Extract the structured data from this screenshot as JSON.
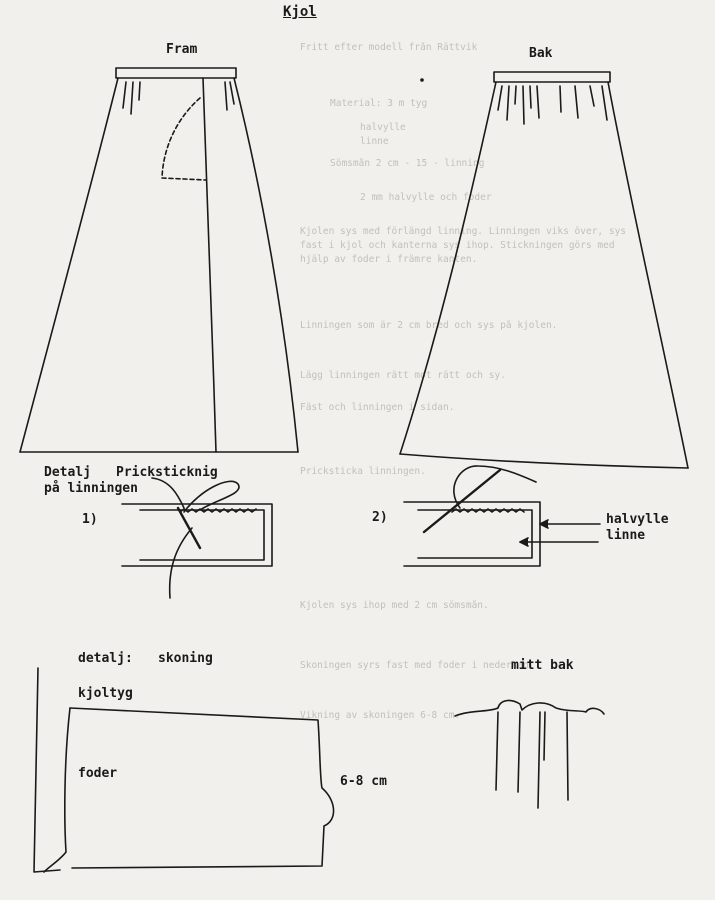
{
  "title": "Kjol",
  "views": {
    "front": "Fram",
    "back": "Bak"
  },
  "linning_detail": {
    "heading": "Detalj",
    "stitch_label": "Pricksticknig",
    "stitch_label_line2": "på linningen",
    "step1": "1)",
    "step2": "2)",
    "material_line1": "halvylle",
    "material_line2": "linne"
  },
  "hem_detail": {
    "heading": "detalj:",
    "name": "skoning",
    "outer_fabric": "kjoltyg",
    "lining": "foder",
    "measure": "6-8 cm"
  },
  "back_center": "mitt bak",
  "show_through_text": [
    "Fritt efter modell från Rättvik",
    "Material: 3 m tyg",
    "halvylle",
    "linne",
    "Sömsmån 2 cm - 15 - linning",
    "2 mm halvylle och foder",
    "Kjolen sys med förlängd linning. Linningen viks över, sys",
    "fast i kjol och kanterna sys ihop. Stickningen görs med",
    "hjälp av foder i främre kanten.",
    "Linningen som är 2 cm bred och sys på kjolen.",
    "Lägg linningen rätt mot rätt och sy.",
    "Fäst och linningen i sidan.",
    "Pricksticka linningen.",
    "Kjolen sys ihop med 2 cm sömsmån.",
    "Skoningen syrs fast med foder i nederkant.",
    "Vikning av skoningen 6-8 cm."
  ]
}
